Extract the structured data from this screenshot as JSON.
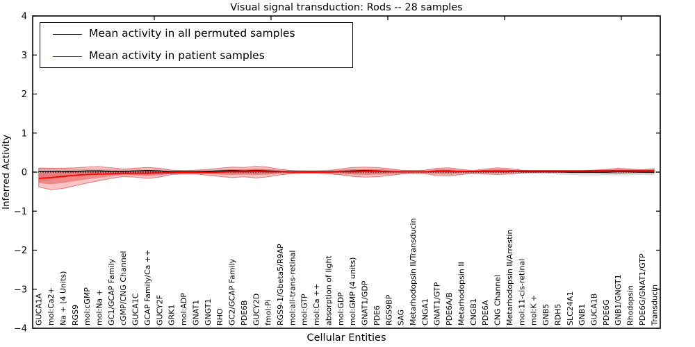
{
  "figure": {
    "title": "Visual signal transduction: Rods -- 28 samples",
    "xlabel": "Cellular Entities",
    "ylabel": "Inferred Activity"
  },
  "axes": {
    "yticks": [
      "4",
      "3",
      "2",
      "1",
      "0",
      "−1",
      "−2",
      "−3",
      "−4"
    ],
    "ylim": [
      -4,
      4
    ],
    "grid": false
  },
  "style": {
    "permuted_line_color": "#000000",
    "patient_line_color": "#ff0000",
    "permuted_band_fill": "rgba(150,150,150,0.32)",
    "patient_band_fill": "rgba(235,85,85,0.35)",
    "patient_band_inner_fill": "rgba(230,55,55,0.42)",
    "patient_band_edge": "rgba(205,35,35,0.55)",
    "zero_line_color": "#000000"
  },
  "chart_data": {
    "type": "line",
    "title": "Visual signal transduction: Rods -- 28 samples",
    "xlabel": "Cellular Entities",
    "ylabel": "Inferred Activity",
    "ylim": [
      -4,
      4
    ],
    "legend_position": "upper left",
    "grid": false,
    "categories": [
      "GUCA1A",
      "mol:Ca2+",
      "Na + (4 Units)",
      "RGS9",
      "mol:cGMP",
      "mol:Na +",
      "GC1/GCAP Family",
      "cGMP/CNG Channel",
      "GUCA1C",
      "GCAP Family/Ca ++",
      "GUCY2F",
      "GRK1",
      "mol:ADP",
      "GNAT1",
      "GNGT1",
      "RHO",
      "GC2/GCAP Family",
      "PDE6B",
      "GUCY2D",
      "fmol:Pi",
      "RGS9-1/Gbeta5/R9AP",
      "mol:all-trans-retinal",
      "mol:GTP",
      "mol:Ca ++",
      "absorption of light",
      "mol:GDP",
      "mol:GMP (4 units)",
      "GNAT1/GDP",
      "PDE6",
      "RGS9BP",
      "SAG",
      "Metarhodopsin II/Transducin",
      "CNGA1",
      "GNAT1/GTP",
      "PDE6A/B",
      "Metarhodopsin II",
      "CNGB1",
      "PDE6A",
      "CNG Channel",
      "Metarhodopsin II/Arrestin",
      "mol:11-cis-retinal",
      "mol:K +",
      "GNB5",
      "RDH5",
      "SLC24A1",
      "GNB1",
      "GUCA1B",
      "PDE6G",
      "GNB1/GNGT1",
      "Rhodopsin",
      "PDE6G/GNAT1/GTP",
      "Transducin"
    ],
    "series": [
      {
        "name": "Mean activity in all permuted samples",
        "color": "#000000",
        "values": [
          0.02,
          0.02,
          0.02,
          0.02,
          0.03,
          0.03,
          0.02,
          0.02,
          0.03,
          0.04,
          0.03,
          0.01,
          0.01,
          0.01,
          0.02,
          0.03,
          0.04,
          0.03,
          0.04,
          0.03,
          0.02,
          0.01,
          0.01,
          0.01,
          0.01,
          0.02,
          0.03,
          0.04,
          0.03,
          0.02,
          0.01,
          0.01,
          0.01,
          0.03,
          0.03,
          0.02,
          0.01,
          0.02,
          0.02,
          0.02,
          0.01,
          0.01,
          0.01,
          0.01,
          0.0,
          0.0,
          0.0,
          0.0,
          0.01,
          0.01,
          0.0,
          0.0
        ],
        "band_lower": [
          -0.25,
          -0.2,
          -0.15,
          -0.11,
          -0.09,
          -0.08,
          -0.07,
          -0.07,
          -0.07,
          -0.07,
          -0.06,
          -0.05,
          -0.05,
          -0.05,
          -0.05,
          -0.06,
          -0.06,
          -0.06,
          -0.06,
          -0.06,
          -0.05,
          -0.05,
          -0.05,
          -0.05,
          -0.06,
          -0.07,
          -0.08,
          -0.08,
          -0.07,
          -0.07,
          -0.06,
          -0.05,
          -0.05,
          -0.06,
          -0.07,
          -0.06,
          -0.05,
          -0.06,
          -0.06,
          -0.06,
          -0.05,
          -0.05,
          -0.05,
          -0.06,
          -0.07,
          -0.08,
          -0.08,
          -0.08,
          -0.08,
          -0.08,
          -0.07,
          -0.08
        ],
        "band_upper": [
          0.12,
          0.11,
          0.1,
          0.09,
          0.08,
          0.08,
          0.07,
          0.07,
          0.08,
          0.08,
          0.07,
          0.06,
          0.05,
          0.06,
          0.06,
          0.07,
          0.08,
          0.07,
          0.08,
          0.07,
          0.06,
          0.05,
          0.05,
          0.05,
          0.06,
          0.07,
          0.08,
          0.08,
          0.08,
          0.07,
          0.06,
          0.05,
          0.06,
          0.07,
          0.07,
          0.06,
          0.05,
          0.06,
          0.07,
          0.06,
          0.05,
          0.05,
          0.05,
          0.05,
          0.05,
          0.05,
          0.05,
          0.05,
          0.06,
          0.06,
          0.06,
          0.07
        ]
      },
      {
        "name": "Mean activity in patient samples",
        "color": "#ff0000",
        "values": [
          -0.16,
          -0.14,
          -0.11,
          -0.08,
          -0.06,
          -0.05,
          -0.04,
          -0.03,
          -0.03,
          -0.03,
          -0.02,
          -0.02,
          -0.01,
          -0.01,
          -0.01,
          0.0,
          0.01,
          0.01,
          0.02,
          0.01,
          0.01,
          0.0,
          0.0,
          0.0,
          0.0,
          0.01,
          0.01,
          0.02,
          0.02,
          0.01,
          0.01,
          0.01,
          0.01,
          0.02,
          0.02,
          0.02,
          0.02,
          0.03,
          0.03,
          0.03,
          0.03,
          0.03,
          0.03,
          0.03,
          0.03,
          0.03,
          0.04,
          0.04,
          0.04,
          0.04,
          0.04,
          0.04
        ],
        "band_lower": [
          -0.38,
          -0.45,
          -0.42,
          -0.35,
          -0.28,
          -0.22,
          -0.16,
          -0.11,
          -0.13,
          -0.16,
          -0.13,
          -0.06,
          -0.05,
          -0.05,
          -0.08,
          -0.11,
          -0.14,
          -0.12,
          -0.15,
          -0.12,
          -0.07,
          -0.04,
          -0.03,
          -0.03,
          -0.04,
          -0.07,
          -0.11,
          -0.13,
          -0.12,
          -0.09,
          -0.05,
          -0.03,
          -0.04,
          -0.09,
          -0.1,
          -0.06,
          -0.03,
          -0.05,
          -0.06,
          -0.05,
          -0.02,
          -0.01,
          -0.01,
          -0.01,
          -0.01,
          -0.01,
          -0.01,
          -0.02,
          -0.03,
          -0.02,
          -0.01,
          -0.02
        ],
        "band_upper": [
          0.1,
          0.1,
          0.1,
          0.11,
          0.13,
          0.14,
          0.11,
          0.08,
          0.1,
          0.12,
          0.1,
          0.05,
          0.04,
          0.05,
          0.07,
          0.1,
          0.13,
          0.12,
          0.15,
          0.13,
          0.07,
          0.04,
          0.03,
          0.03,
          0.04,
          0.08,
          0.12,
          0.13,
          0.12,
          0.09,
          0.05,
          0.04,
          0.05,
          0.1,
          0.11,
          0.07,
          0.04,
          0.08,
          0.11,
          0.09,
          0.05,
          0.04,
          0.04,
          0.04,
          0.04,
          0.04,
          0.05,
          0.07,
          0.1,
          0.08,
          0.06,
          0.09
        ]
      }
    ],
    "zero_line_dotted": true
  }
}
